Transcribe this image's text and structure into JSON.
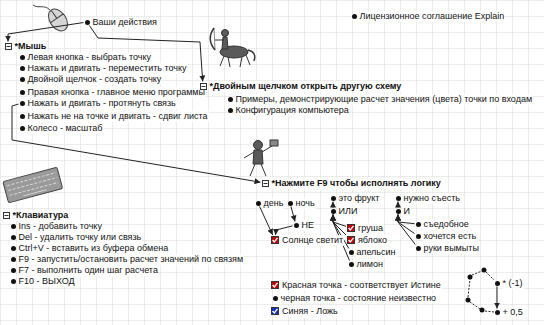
{
  "diagram": {
    "nodes": [
      {
        "text": [
          "Ваши действия"
        ]
      },
      {
        "text": [
          "Лицензионное соглашение Explain"
        ]
      },
      {
        "text": [
          "*Мышь"
        ]
      },
      {
        "text": [
          "Левая кнопка - выбрать точку"
        ]
      },
      {
        "text": [
          "Нажать и двигать - переместить точку"
        ]
      },
      {
        "text": [
          "Двойной щелчок - создать точку"
        ]
      },
      {
        "text": [
          "Правая кнопка - главное меню программы"
        ]
      },
      {
        "text": [
          "Нажать и двигать - протянуть связь"
        ]
      },
      {
        "text": [
          "Нажать не на точке и двигать - сдвиг листа"
        ]
      },
      {
        "text": [
          "Колесо - масштаб"
        ]
      },
      {
        "text": [
          "*Двойным щелчком открыть другую схему"
        ]
      },
      {
        "text": [
          "Примеры, демонстрирующие расчет значения (цвета) точки по входам"
        ]
      },
      {
        "text": [
          "Конфигурация компьютера"
        ]
      },
      {
        "text": [
          "*Нажмите F9 чтобы исполнять логику"
        ]
      },
      {
        "text": [
          "*Клавиатура"
        ]
      },
      {
        "text": [
          "Ins - добавить точку"
        ]
      },
      {
        "text": [
          "Del - удалить точку или связь"
        ]
      },
      {
        "text": [
          "Ctrl+V - вставить из буфера обмена"
        ]
      },
      {
        "text": [
          "F9 - запустить/остановить расчет значений по связям"
        ]
      },
      {
        "text": [
          "F7 - выполнить один шаг расчета"
        ]
      },
      {
        "text": [
          "F10 - ВЫХОД"
        ]
      },
      {
        "text": [
          "день"
        ]
      },
      {
        "text": [
          "ночь"
        ]
      },
      {
        "text": [
          "НЕ"
        ]
      },
      {
        "text": [
          "Солнце светит"
        ]
      },
      {
        "text": [
          "это фрукт"
        ]
      },
      {
        "text": [
          "нужно съесть"
        ]
      },
      {
        "text": [
          "ИЛИ"
        ]
      },
      {
        "text": [
          "И"
        ]
      },
      {
        "text": [
          "груша"
        ]
      },
      {
        "text": [
          "яблоко"
        ]
      },
      {
        "text": [
          "апельсин"
        ]
      },
      {
        "text": [
          "лимон"
        ]
      },
      {
        "text": [
          "съедобное"
        ]
      },
      {
        "text": [
          "хочется есть"
        ]
      },
      {
        "text": [
          "руки вымыты"
        ]
      },
      {
        "text": [
          "* (-1)"
        ]
      },
      {
        "text": [
          "+ 0,5"
        ]
      }
    ],
    "edges": [
      {
        "from": 0,
        "to": 2,
        "arrow": "to"
      },
      {
        "from": 0,
        "to": 10,
        "arrow": "to"
      },
      {
        "from": 7,
        "to": 13,
        "arrow": "to"
      },
      {
        "from": 21,
        "to": 24,
        "arrow": "to"
      },
      {
        "from": 22,
        "to": 23,
        "arrow": "to"
      },
      {
        "from": 23,
        "to": 24,
        "arrow": "to"
      },
      {
        "from": 29,
        "to": 27,
        "arrow": "to"
      },
      {
        "from": 30,
        "to": 27,
        "arrow": "to"
      },
      {
        "from": 31,
        "to": 27,
        "arrow": "to"
      },
      {
        "from": 32,
        "to": 27,
        "arrow": "to"
      },
      {
        "from": 27,
        "to": 25,
        "arrow": "to"
      },
      {
        "from": 33,
        "to": 28,
        "arrow": "to"
      },
      {
        "from": 34,
        "to": 28,
        "arrow": "to"
      },
      {
        "from": 35,
        "to": 28,
        "arrow": "to"
      },
      {
        "from": 28,
        "to": 26,
        "arrow": "to"
      },
      {
        "from": 36,
        "to": 37,
        "arrow": "to"
      }
    ],
    "legend": [
      {
        "text": "Красная точка - соответствует Истине",
        "color": "#c00000"
      },
      {
        "text": "черная точка - состояние неизвестно",
        "color": "#111111"
      },
      {
        "text": "Синяя - Ложь",
        "color": "#1030c0"
      }
    ]
  }
}
